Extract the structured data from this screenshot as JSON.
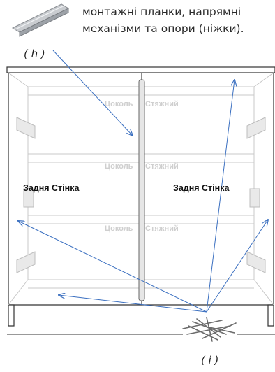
{
  "description_lines": [
    "монтажні планки, напрямні",
    "механізми та опори (ніжки)."
  ],
  "labels": {
    "h": "( h )",
    "i": "( i )"
  },
  "cabinet": {
    "back_wall_left": "Задня Стінка",
    "back_wall_right": "Задня Стінка",
    "faint_labels": [
      "Цоколь",
      "Стяжний"
    ]
  },
  "colors": {
    "arrow": "#3a6fc0",
    "outline": "#333333",
    "faint": "#cfcfcf"
  }
}
